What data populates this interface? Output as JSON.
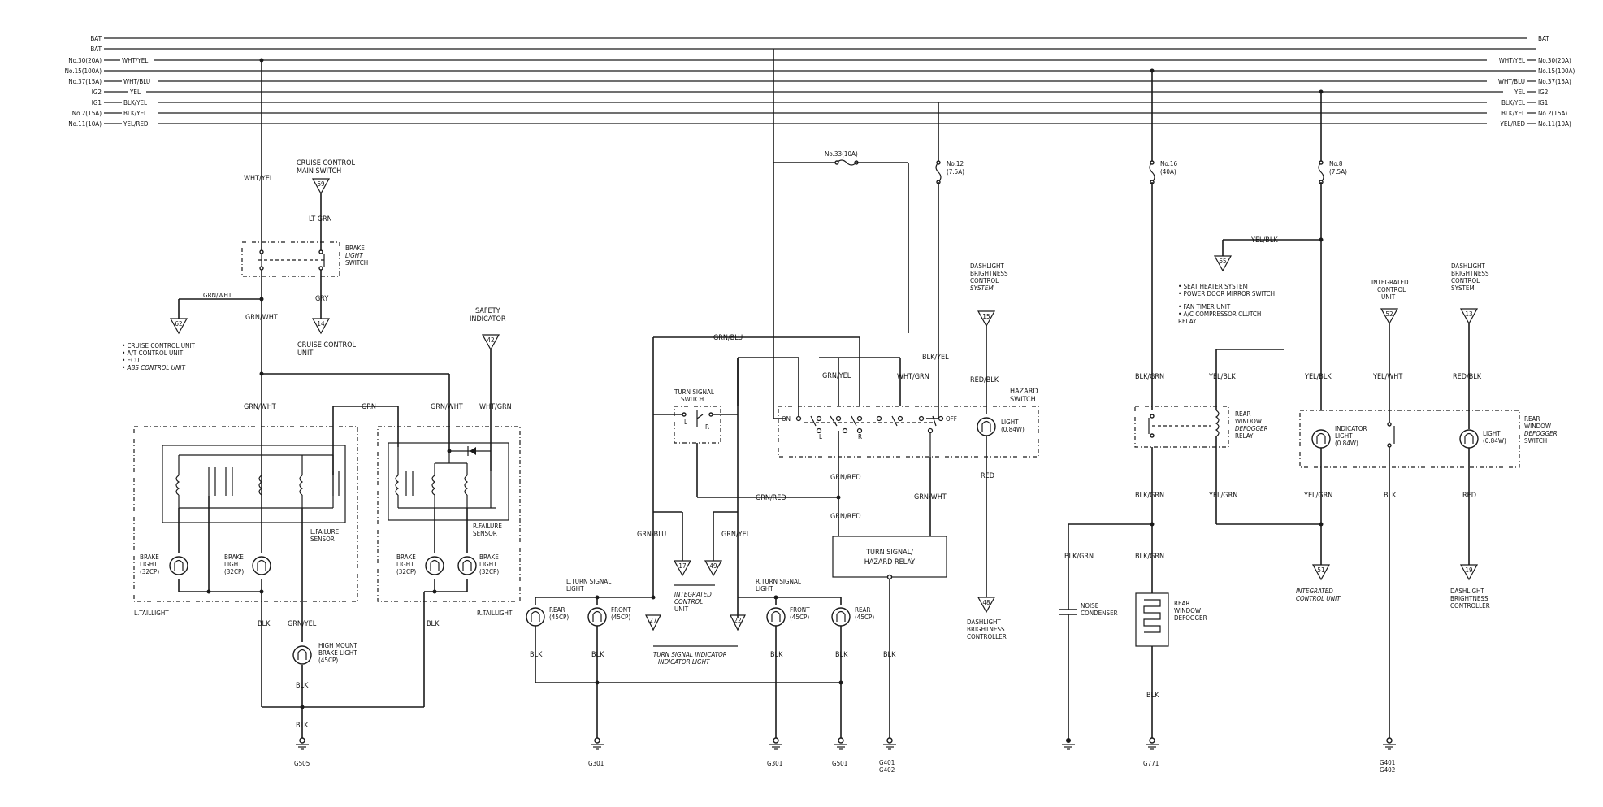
{
  "buses": [
    {
      "left": "BAT",
      "right": "BAT"
    },
    {
      "left": "BAT",
      "right": ""
    },
    {
      "left": "No.30(20A)",
      "wire": "WHT/YEL",
      "rwire": "WHT/YEL",
      "right": "No.30(20A)"
    },
    {
      "left": "No.15(100A)",
      "wire": "",
      "rwire": "",
      "right": "No.15(100A)"
    },
    {
      "left": "No.37(15A)",
      "wire": "WHT/BLU",
      "rwire": "WHT/BLU",
      "right": "No.37(15A)"
    },
    {
      "left": "IG2",
      "wire": "YEL",
      "rwire": "YEL",
      "right": "IG2"
    },
    {
      "left": "IG1",
      "wire": "BLK/YEL",
      "rwire": "BLK/YEL",
      "right": "IG1"
    },
    {
      "left": "No.2(15A)",
      "wire": "BLK/YEL",
      "rwire": "BLK/YEL",
      "right": "No.2(15A)"
    },
    {
      "left": "No.11(10A)",
      "wire": "YEL/RED",
      "rwire": "YEL/RED",
      "right": "No.11(10A)"
    }
  ],
  "fuses": {
    "f33": "No.33(10A)",
    "f12a": "No.12",
    "f12b": "(7.5A)",
    "f16a": "No.16",
    "f16b": "(40A)",
    "f8a": "No.8",
    "f8b": "(7.5A)"
  },
  "wires": {
    "wht_yel": "WHT/YEL",
    "lt_grn": "LT GRN",
    "gry": "GRY",
    "grn_wht_1": "GRN/WHT",
    "grn_wht_2": "GRN/WHT",
    "grn_wht_3": "GRN/WHT",
    "grn_wht_4": "GRN/WHT",
    "grn_wht_5": "GRN/WHT",
    "grn": "GRN",
    "wht_grn": "WHT/GRN",
    "grn_yel_1": "GRN/YEL",
    "grn_blu_1": "GRN/BLU",
    "grn_yel_2": "GRN/YEL",
    "wht_grn_2": "WHT/GRN",
    "blk_yel": "BLK/YEL",
    "grn_red_1": "GRN/RED",
    "grn_red_2": "GRN/RED",
    "grn_red_3": "GRN/RED",
    "grn_blu_2": "GRN/BLU",
    "grn_yel_3": "GRN/YEL",
    "red_blk_1": "RED/BLK",
    "red_1": "RED",
    "blk_grn_1": "BLK/GRN",
    "blk_grn_2": "BLK/GRN",
    "blk_grn_3": "BLK/GRN",
    "blk_grn_4": "BLK/GRN",
    "yel_blk_1": "YEL/BLK",
    "yel_blk_2": "YEL/BLK",
    "yel_blk_3": "YEL/BLK",
    "yel_grn_1": "YEL/GRN",
    "yel_grn_2": "YEL/GRN",
    "yel_wht": "YEL/WHT",
    "red_blk_2": "RED/BLK",
    "red_2": "RED",
    "blk": "BLK"
  },
  "labels": {
    "cruise_main": [
      "CRUISE CONTROL",
      "MAIN SWITCH"
    ],
    "brake_switch": [
      "BRAKE",
      "LIGHT",
      "SWITCH"
    ],
    "cruise_unit": [
      "CRUISE CONTROL",
      "UNIT"
    ],
    "left_list": [
      "• CRUISE CONTROL UNIT",
      "• A/T CONTROL UNIT",
      "• ECU",
      "• ABS CONTROL UNIT"
    ],
    "safety": [
      "SAFETY",
      "INDICATOR"
    ],
    "l_failure": [
      "L.FAILURE",
      "SENSOR"
    ],
    "r_failure": [
      "R.FAILURE",
      "SENSOR"
    ],
    "brake_light_32": [
      "BRAKE",
      "LIGHT",
      "(32CP)"
    ],
    "l_taillight": "L.TAILLIGHT",
    "r_taillight": "R.TAILLIGHT",
    "high_mount": [
      "HIGH MOUNT",
      "BRAKE LIGHT",
      "(45CP)"
    ],
    "turn_switch": [
      "TURN SIGNAL",
      "SWITCH"
    ],
    "l_turn": [
      "L.TURN SIGNAL",
      "LIGHT"
    ],
    "r_turn": [
      "R.TURN SIGNAL",
      "LIGHT"
    ],
    "rear_45": [
      "REAR",
      "(45CP)"
    ],
    "front_45": [
      "FRONT",
      "(45CP)"
    ],
    "integrated_mid": [
      "INTEGRATED",
      "CONTROL",
      "UNIT"
    ],
    "turn_indicator": [
      "TURN SIGNAL INDICATOR",
      "INDICATOR LIGHT"
    ],
    "hazard_switch": [
      "HAZARD",
      "SWITCH"
    ],
    "light_084": [
      "LIGHT",
      "(0.84W)"
    ],
    "on": "ON",
    "off": "OFF",
    "l": "L",
    "r": "R",
    "relay": [
      "TURN SIGNAL/",
      "HAZARD RELAY"
    ],
    "dash_ctrl_sys": [
      "DASHLIGHT",
      "BRIGHTNESS",
      "CONTROL",
      "SYSTEM"
    ],
    "dash_controller": [
      "DASHLIGHT",
      "BRIGHTNESS",
      "CONTROLLER"
    ],
    "seat_list": [
      "• SEAT HEATER SYSTEM",
      "• POWER DOOR MIRROR SWITCH"
    ],
    "fan_list": [
      "• FAN TIMER UNIT",
      "• A/C COMPRESSOR CLUTCH",
      "  RELAY"
    ],
    "rear_relay": [
      "REAR",
      "WINDOW",
      "DEFOGGER",
      "RELAY"
    ],
    "noise": [
      "NOISE",
      "CONDENSER"
    ],
    "rear_defogger": [
      "REAR",
      "WINDOW",
      "DEFOGGER"
    ],
    "integrated_ctrl": [
      "INTEGRATED",
      "CONTROL",
      "UNIT"
    ],
    "indicator_light": [
      "INDICATOR",
      "LIGHT",
      "(0.84W)"
    ],
    "rear_switch": [
      "REAR",
      "WINDOW",
      "DEFOGGER",
      "SWITCH"
    ],
    "integrated_bottom": [
      "INTEGRATED",
      "CONTROL UNIT"
    ],
    "dash_controller_r": [
      "DASHLIGHT",
      "BRIGHTNESS",
      "CONTROLLER"
    ]
  },
  "connectors": {
    "c69": "69",
    "c62": "62",
    "c14": "14",
    "c42": "42",
    "c17": "17",
    "c49": "49",
    "c27": "27",
    "c22": "22",
    "c15": "15",
    "c48": "48",
    "c65": "65",
    "c52": "52",
    "c51": "51",
    "c13": "13",
    "c19": "19"
  },
  "grounds": {
    "g505": "G505",
    "g301a": "G301",
    "g301b": "G301",
    "g501": "G501",
    "g401a": "G401",
    "g402a": "G402",
    "g771": "G771",
    "g401b": "G401",
    "g402b": "G402"
  }
}
